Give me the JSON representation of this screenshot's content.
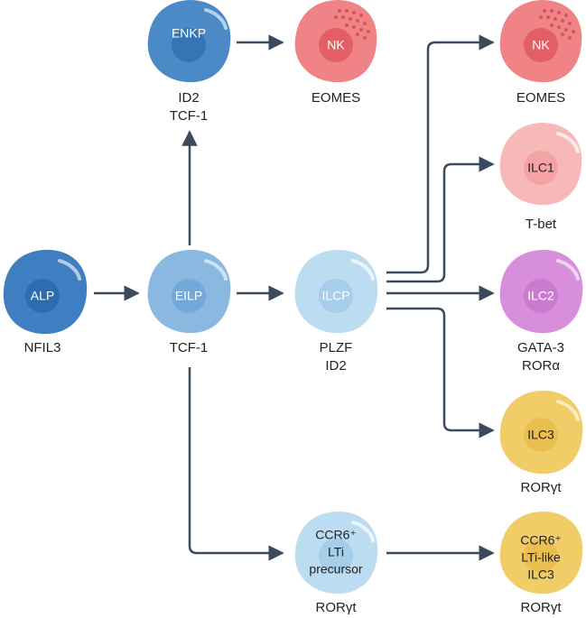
{
  "cells": {
    "alp": {
      "label": "ALP",
      "markers": [
        "NFIL3"
      ]
    },
    "eilp": {
      "label": "EILP",
      "markers": [
        "TCF-1"
      ]
    },
    "enkp": {
      "label": "ENKP",
      "markers": [
        "ID2",
        "TCF-1"
      ]
    },
    "nk_top": {
      "label": "NK",
      "markers": [
        "EOMES"
      ]
    },
    "ilcp": {
      "label": "ILCP",
      "markers": [
        "PLZF",
        "ID2"
      ]
    },
    "nk_right": {
      "label": "NK",
      "markers": [
        "EOMES"
      ]
    },
    "ilc1": {
      "label": "ILC1",
      "markers": [
        "T-bet"
      ]
    },
    "ilc2": {
      "label": "ILC2",
      "markers": [
        "GATA-3",
        "RORα"
      ]
    },
    "ilc3": {
      "label": "ILC3",
      "markers": [
        "RORγt"
      ]
    },
    "lti_precursor": {
      "label_lines": [
        "CCR6⁺",
        "LTi",
        "precursor"
      ],
      "markers": [
        "RORγt"
      ]
    },
    "lti_like_ilc3": {
      "label_lines": [
        "CCR6⁺",
        "LTi-like",
        "ILC3"
      ],
      "markers": [
        "RORγt"
      ]
    }
  },
  "colors": {
    "alp": "#3f7fc1",
    "eilp": "#8ab8e0",
    "enkp": "#4b8ac7",
    "nk": "#ef8386",
    "ilcp": "#bcdcf2",
    "ilc1": "#f6b9b8",
    "ilc2": "#d78fdc",
    "ilc3": "#f1cd68",
    "arrow": "#3b4a5c"
  },
  "icons": {
    "arrowhead": "arrowhead-icon",
    "granules": "granules-icon"
  }
}
